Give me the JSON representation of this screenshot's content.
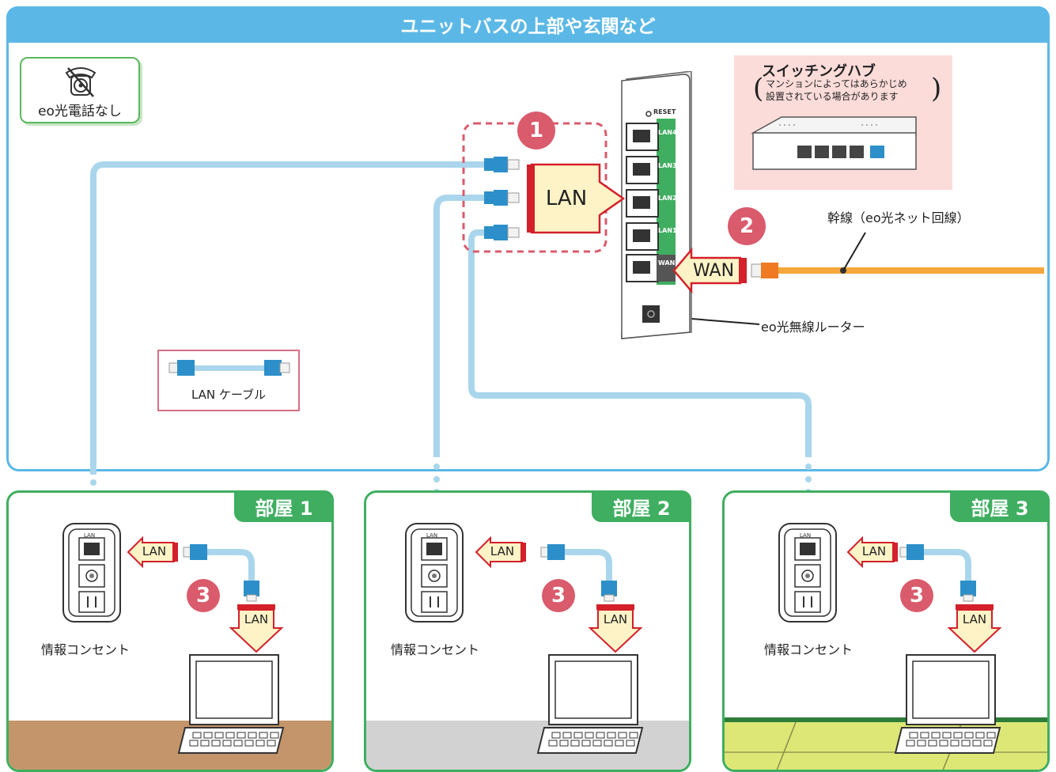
{
  "header": {
    "title": "ユニットバスの上部や玄関など"
  },
  "phone": {
    "label": "eo光電話なし"
  },
  "hub": {
    "title": "スイッチングハブ",
    "note_line1": "マンションによってはあらかじめ",
    "note_line2": "設置されている場合があります"
  },
  "router": {
    "reset_label": "RESET",
    "ports": [
      "LAN4",
      "LAN3",
      "LAN2",
      "LAN1",
      "WAN"
    ],
    "callout": "eo光無線ルーター"
  },
  "trunk": {
    "callout": "幹線（eo光ネット回線）"
  },
  "arrows": {
    "lan": "LAN",
    "wan": "WAN"
  },
  "steps": {
    "one": "1",
    "two": "2",
    "three": "3"
  },
  "legend": {
    "label": "LAN ケーブル"
  },
  "rooms": [
    {
      "tag": "部屋 1",
      "outlet_label": "情報コンセント",
      "jack": "LAN",
      "arrow": "LAN",
      "down_arrow": "LAN"
    },
    {
      "tag": "部屋 2",
      "outlet_label": "情報コンセント",
      "jack": "LAN",
      "arrow": "LAN",
      "down_arrow": "LAN"
    },
    {
      "tag": "部屋 3",
      "outlet_label": "情報コンセント",
      "jack": "LAN",
      "arrow": "LAN",
      "down_arrow": "LAN"
    }
  ],
  "colors": {
    "sky": "#5bb8e6",
    "cable": "#a9d6ec",
    "green": "#3fae60",
    "step_badge": "#d95b6c",
    "trunk": "#f5a73b",
    "arrow_fill": "#fdf3c6",
    "arrow_red": "#d3202a"
  }
}
